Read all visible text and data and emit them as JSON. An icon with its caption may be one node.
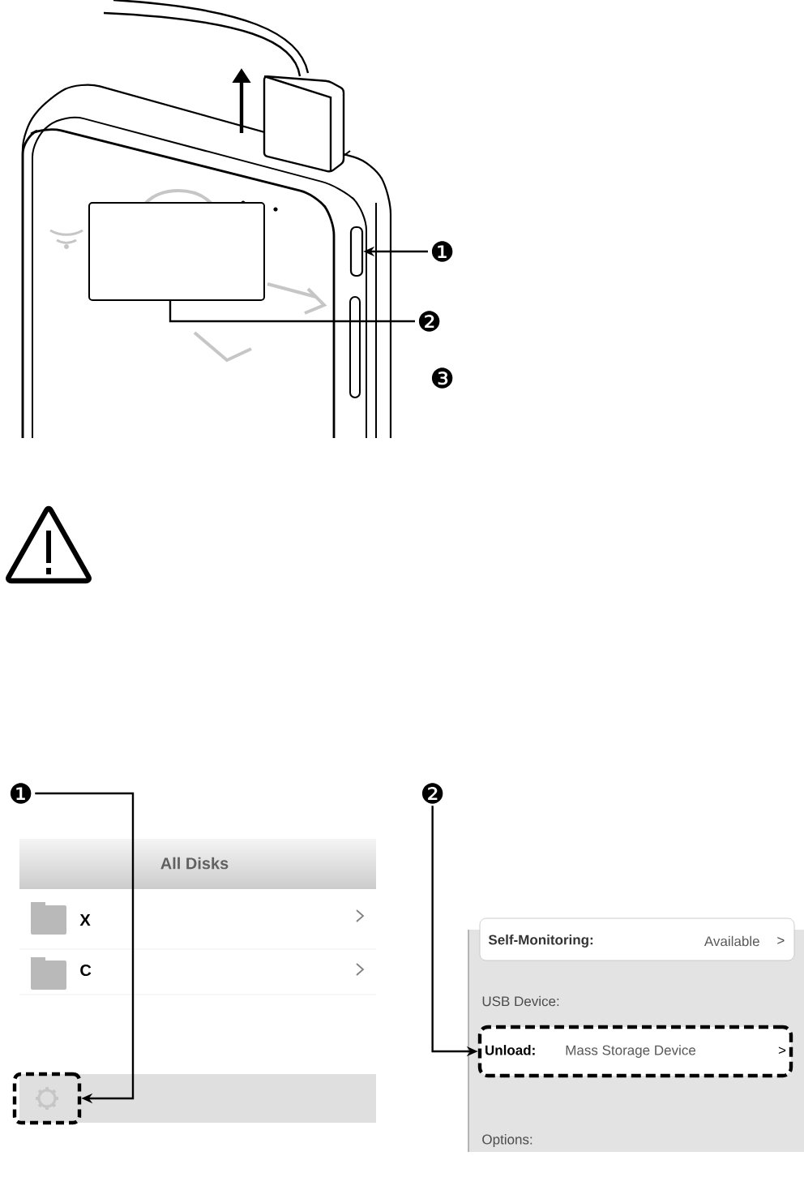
{
  "diagram": {
    "nodes": [
      {
        "text": [
          "❶"
        ]
      },
      {
        "text": [],
        "shape": "box"
      },
      {
        "text": [
          "❷"
        ]
      },
      {
        "text": [],
        "shape": "box"
      },
      {
        "text": [
          "❶"
        ]
      },
      {
        "text": [],
        "shape": "box"
      },
      {
        "text": [
          "❷"
        ]
      },
      {
        "text": [
          "Unload:",
          "Mass Storage Device",
          ">"
        ]
      }
    ],
    "edges": [
      {
        "from": 0,
        "to": 1,
        "arrow": "to"
      },
      {
        "from": 2,
        "to": 3,
        "arrow": "none"
      },
      {
        "from": 4,
        "to": 5,
        "arrow": "to"
      },
      {
        "from": 6,
        "to": 7,
        "arrow": "to"
      }
    ],
    "labels": [
      "❸",
      "All Disks",
      "X",
      "C",
      "Self-Monitoring:",
      "Available",
      ">",
      "USB Device:",
      "Options:"
    ]
  }
}
